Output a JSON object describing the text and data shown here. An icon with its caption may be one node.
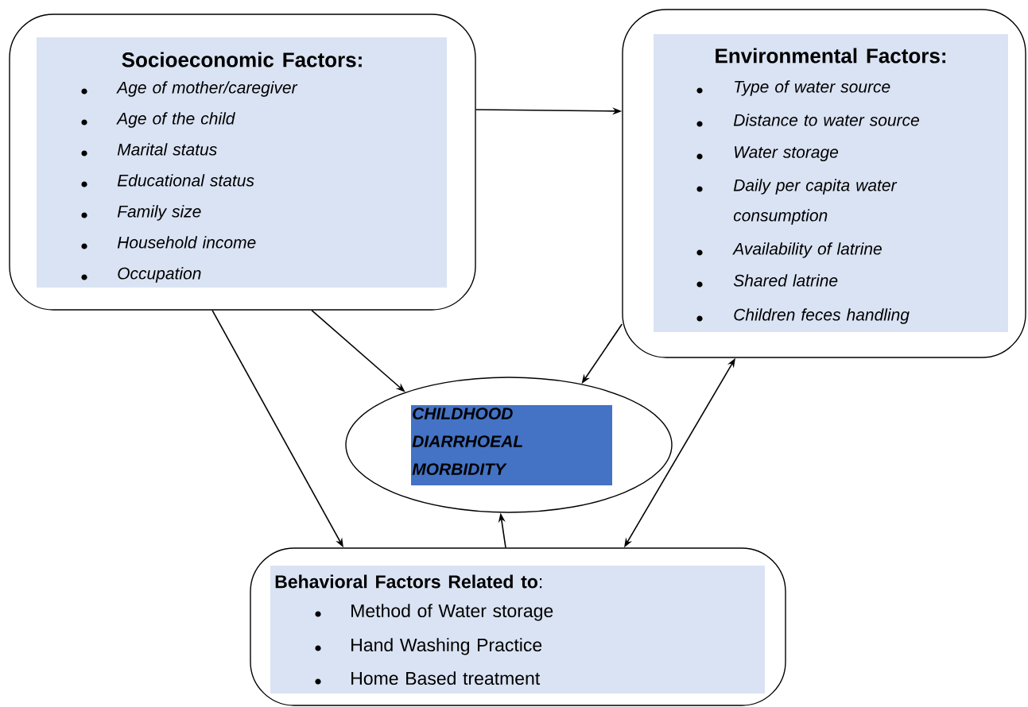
{
  "diagram": {
    "nodes": [
      {
        "text": [
          "Socioeconomic Factors:",
          "Age of mother/caregiver",
          "Age of the child",
          "Marital status",
          "Educational status",
          "Family size",
          "Household income",
          "Occupation"
        ]
      },
      {
        "text": [
          "Environmental Factors:",
          "Type of water source",
          "Distance to water source",
          "Water storage",
          "Daily per capita water consumption",
          "Availability of latrine",
          "Shared latrine",
          "Children feces handling"
        ]
      },
      {
        "text": [
          "CHILDHOOD DIARRHOEAL MORBIDITY"
        ]
      },
      {
        "text": [
          "**Behavioral Factors Related to**:",
          "Method of Water storage",
          "Hand Washing Practice",
          "Home Based treatment"
        ]
      }
    ],
    "edges": [
      {
        "from": 0,
        "to": 1,
        "arrow": "to"
      },
      {
        "from": 0,
        "to": 2,
        "arrow": "to"
      },
      {
        "from": 1,
        "to": 2,
        "arrow": "to"
      },
      {
        "from": 0,
        "to": 3,
        "arrow": "to"
      },
      {
        "from": 3,
        "to": 2,
        "arrow": "to"
      },
      {
        "from": 3,
        "to": 1,
        "arrow": "both"
      }
    ]
  }
}
